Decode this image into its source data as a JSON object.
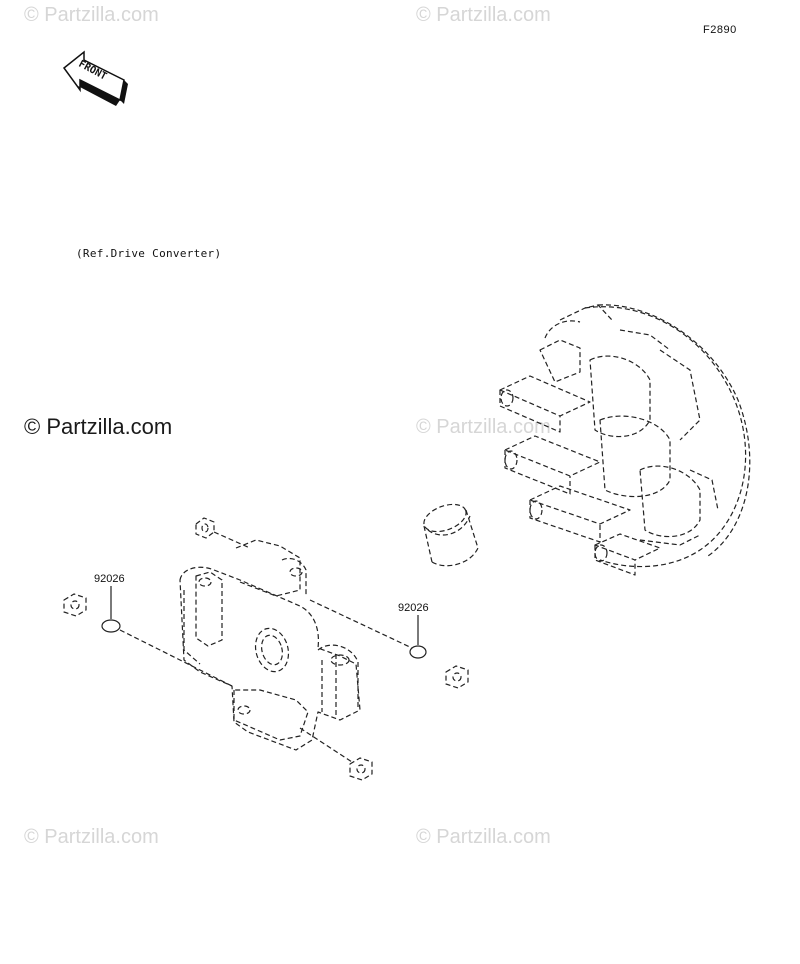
{
  "figure_code": "F2890",
  "front_arrow_label": "FRONT",
  "reference_note": "(Ref.Drive Converter)",
  "watermarks": {
    "main": "© Partzilla.com",
    "faded": "© Partzilla.com"
  },
  "callouts": [
    {
      "part_number": "92026",
      "position_hint": "left"
    },
    {
      "part_number": "92026",
      "position_hint": "right"
    }
  ],
  "colors": {
    "line": "#222222",
    "watermark_faded": "#d6d6d6",
    "watermark_main": "#1a1a1a"
  }
}
